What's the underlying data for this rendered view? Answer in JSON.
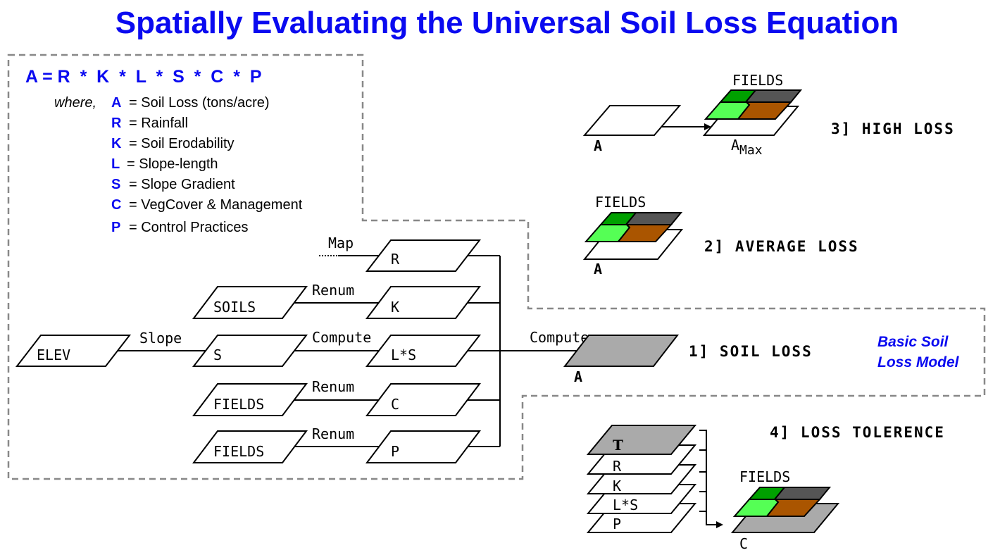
{
  "title": "Spatially Evaluating the Universal Soil Loss Equation",
  "equation": "A = R  *  K  *  L  *  S  *  C  *  P",
  "where_label": "where,",
  "definitions": [
    {
      "key": "A",
      "text": "= Soil Loss (tons/acre)"
    },
    {
      "key": "R",
      "text": "= Rainfall"
    },
    {
      "key": "K",
      "text": "= Soil Erodability"
    },
    {
      "key": "L",
      "text": "= Slope-length"
    },
    {
      "key": "S",
      "text": "= Slope Gradient"
    },
    {
      "key": "C",
      "text": "= VegCover & Management"
    },
    {
      "key": "P",
      "text": "= Control Practices"
    }
  ],
  "model": {
    "layers": {
      "elev": "ELEV",
      "soils": "SOILS",
      "s": "S",
      "fields1": "FIELDS",
      "fields2": "FIELDS",
      "r": "R",
      "k": "K",
      "ls": "L*S",
      "c": "C",
      "p": "P",
      "a": "A"
    },
    "operations": {
      "slope": "Slope",
      "map": "Map",
      "renum_k": "Renum",
      "compute_ls": "Compute",
      "renum_c": "Renum",
      "renum_p": "Renum",
      "compute_a": "Compute"
    }
  },
  "outputs": {
    "soil_loss": "1] SOIL LOSS",
    "basic_note_1": "Basic Soil",
    "basic_note_2": "Loss Model",
    "average_loss": "2] AVERAGE LOSS",
    "high_loss": "3] HIGH LOSS",
    "loss_tolerance": "4] LOSS TOLERENCE",
    "fields_label": "FIELDS",
    "a_label": "A",
    "amax_a": "A",
    "amax_sub": "Max",
    "c_label": "C",
    "stack": {
      "t": "T",
      "r": "R",
      "k": "K",
      "ls": "L*S",
      "p": "P"
    }
  },
  "colors": {
    "title": "#0a0af0",
    "dark_green": "#00a000",
    "light_green": "#55ff55",
    "dark_gray": "#555555",
    "brown": "#aa5500",
    "layer_gray": "#aaaaaa"
  }
}
